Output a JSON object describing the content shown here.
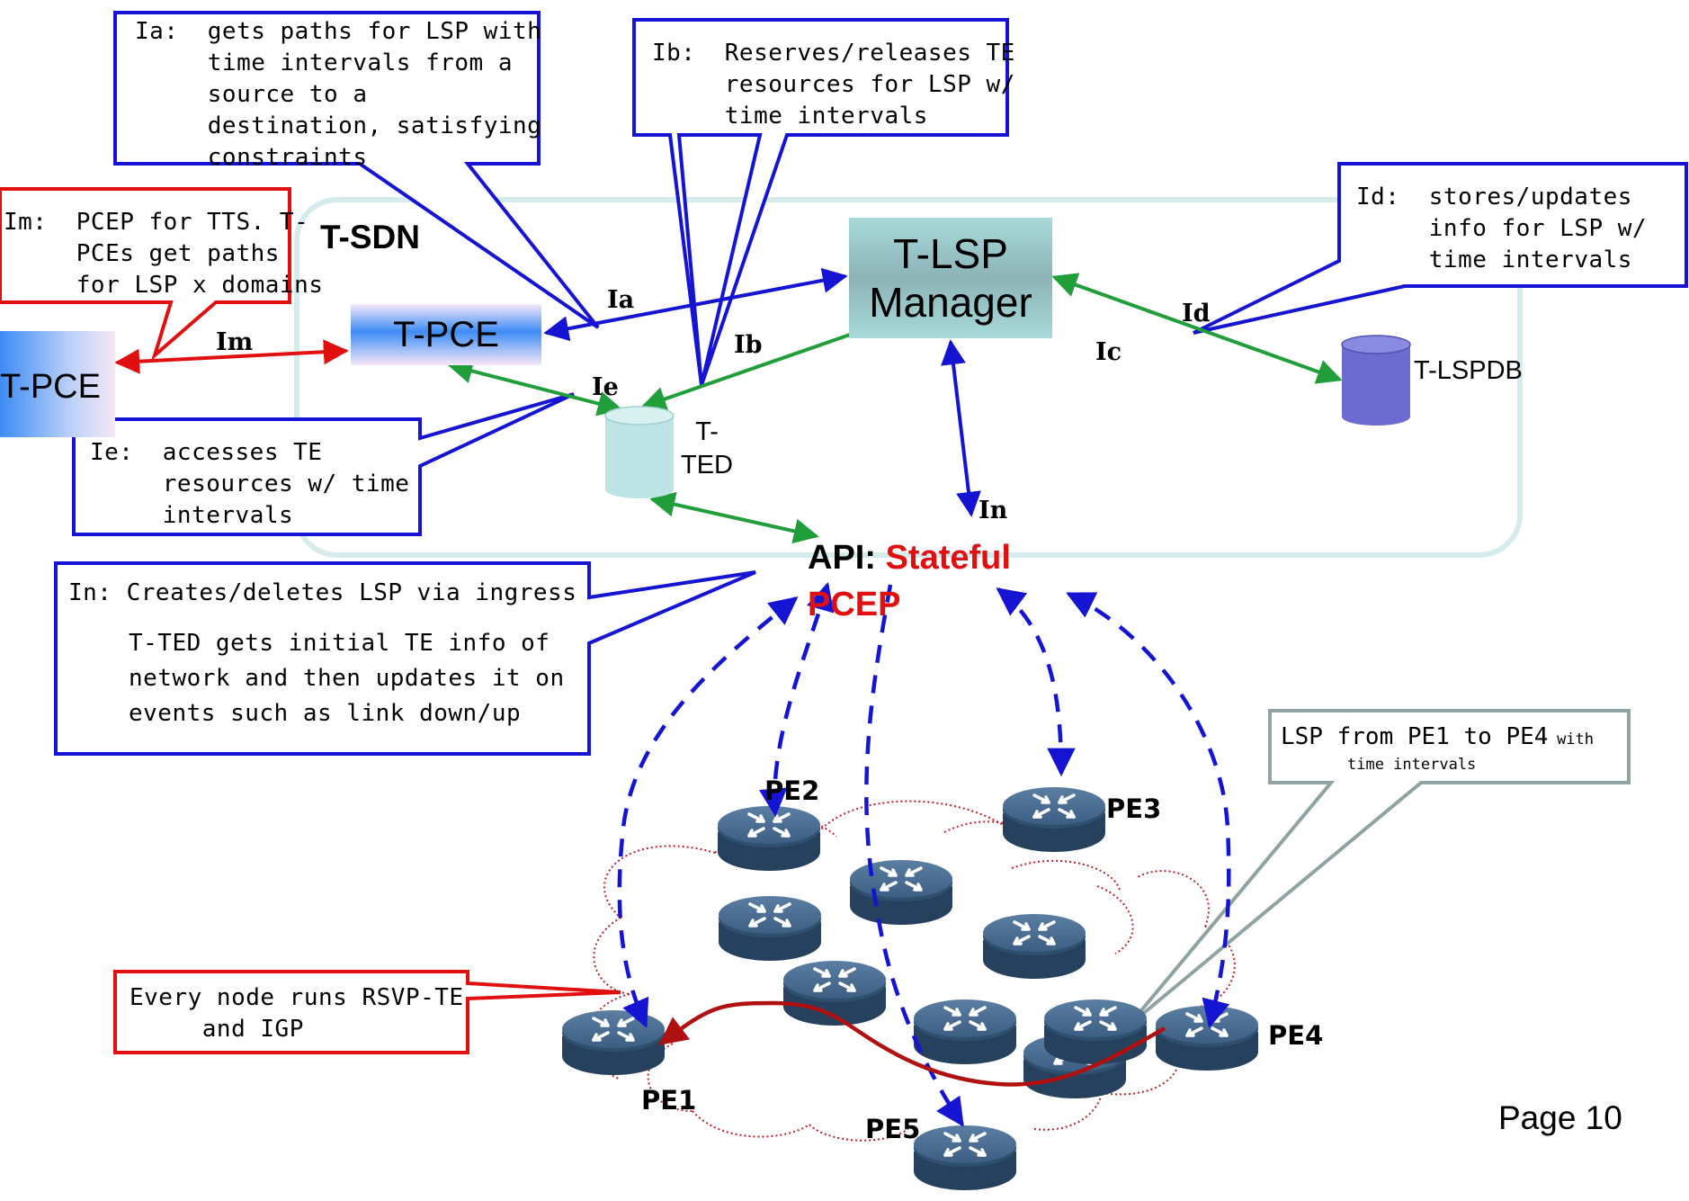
{
  "title": {
    "left": "T-SDN",
    "api_prefix": "API:",
    "api_proto": "Stateful PCEP"
  },
  "components": {
    "t_lsp_manager": "T-LSP Manager",
    "t_pce": "T-PCE",
    "remote_t_pce": "T-PCE",
    "t_ted": "T-TED",
    "t_lspdb": "T-LSPDB"
  },
  "interfaces": [
    "Ia",
    "Ib",
    "Ic",
    "Id",
    "Ie",
    "Im",
    "In"
  ],
  "callouts": {
    "ia": "Ia:  gets paths for LSP with\n     time intervals from a\n     source to a\n     destination, satisfying\n     constraints",
    "ib": "Ib:  Reserves/releases TE\n     resources for LSP w/\n     time intervals",
    "id": "Id:  stores/updates\n     info for LSP w/\n     time intervals",
    "im": "Im:  PCEP for TTS. T-\n     PCEs get paths\n     for LSP x domains",
    "ie": "Ie:  accesses TE\n     resources w/ time\n     intervals",
    "in_line1": "In: Creates/deletes LSP via ingress",
    "in_line2": "T-TED gets initial TE info of\nnetwork and then updates it on\nevents such as link down/up",
    "lsp_main": "LSP from PE1 to PE4",
    "lsp_small": "with",
    "lsp_small2": "time intervals",
    "rsvp": "Every node runs RSVP-TE\n     and IGP"
  },
  "nodes": [
    "PE1",
    "PE2",
    "PE3",
    "PE4",
    "PE5"
  ],
  "footer": {
    "page": "Page 10"
  },
  "colors": {
    "blue": "#1414d2",
    "red": "#e01010",
    "green": "#1f9e3a",
    "gray": "#8fa3a3",
    "router": "#2f4f6e",
    "lsp_path": "#b01010",
    "tsdn_border": "#d6ecec"
  }
}
